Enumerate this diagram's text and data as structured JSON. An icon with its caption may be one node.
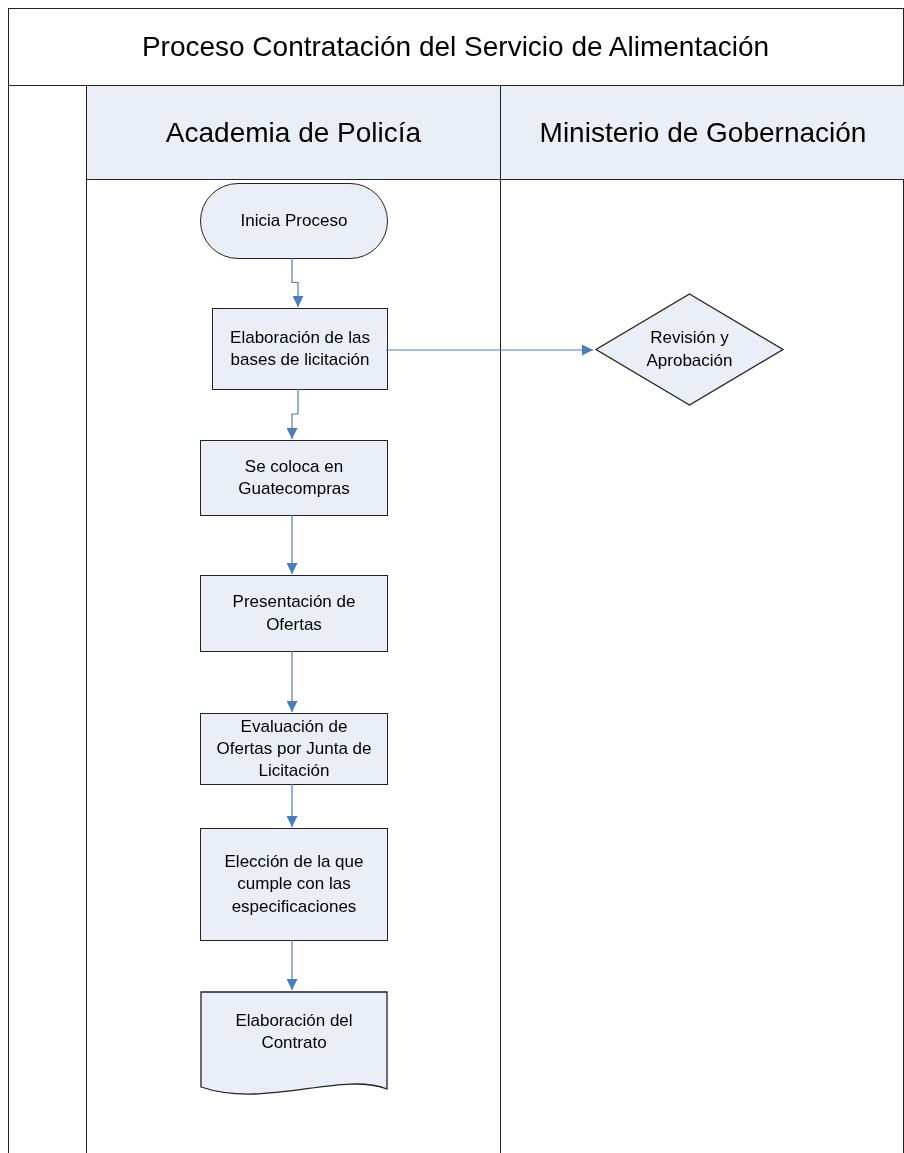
{
  "diagram": {
    "title": "Proceso Contratación del Servicio de Alimentación",
    "nodes": [
      {
        "text": [],
        "shape": "box"
      },
      {
        "text": [
          "Academia de Policía"
        ],
        "in": 0
      },
      {
        "text": [
          "Ministerio de Gobernación"
        ],
        "in": 0
      },
      {
        "text": [
          "Inicia Proceso"
        ],
        "in": 1
      },
      {
        "text": [
          "Elaboración de las bases de licitación"
        ],
        "in": 1
      },
      {
        "text": [
          "Revisión y Aprobación"
        ],
        "in": 2
      },
      {
        "text": [
          "Se coloca en Guatecompras"
        ],
        "in": 1
      },
      {
        "text": [
          "Presentación de Ofertas"
        ],
        "in": 1
      },
      {
        "text": [
          "Evaluación de Ofertas por Junta de Licitación"
        ],
        "in": 1
      },
      {
        "text": [
          "Elección de la que cumple con las especificaciones"
        ],
        "in": 1
      },
      {
        "text": [
          "Elaboración del Contrato"
        ],
        "in": 1
      }
    ],
    "edges": [
      {
        "from": 3,
        "to": 4,
        "arrow": "to"
      },
      {
        "from": 4,
        "to": 5,
        "arrow": "to"
      },
      {
        "from": 4,
        "to": 6,
        "arrow": "to"
      },
      {
        "from": 6,
        "to": 7,
        "arrow": "to"
      },
      {
        "from": 7,
        "to": 8,
        "arrow": "to"
      },
      {
        "from": 8,
        "to": 9,
        "arrow": "to"
      },
      {
        "from": 9,
        "to": 10,
        "arrow": "to"
      }
    ]
  }
}
